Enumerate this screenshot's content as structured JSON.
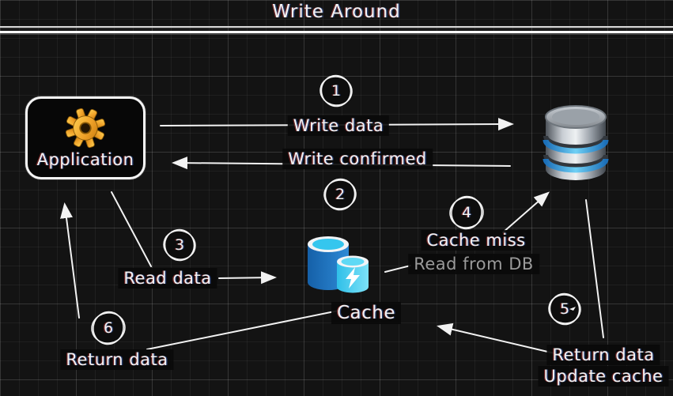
{
  "title": "Write Around",
  "colors": {
    "background": "#131313",
    "ink": "#f2f2f2",
    "muted_text": "#9a9a9a",
    "gear_gold": "#f0a32a",
    "cache_blue": "#1d72c4",
    "cache_cyan": "#45d0f2",
    "db_band_blue": "#4aa9e8"
  },
  "nodes": {
    "application": {
      "label": "Application",
      "icon": "gear-icon"
    },
    "cache": {
      "label": "Cache",
      "icon": "cache-icon"
    },
    "database": {
      "icon": "database-icon"
    }
  },
  "steps": [
    {
      "number": "1",
      "label": "Write data",
      "sublabel": "",
      "from": "application",
      "to": "database"
    },
    {
      "number": "2",
      "label": "Write confirmed",
      "sublabel": "",
      "from": "database",
      "to": "application"
    },
    {
      "number": "3",
      "label": "Read data",
      "sublabel": "",
      "from": "application",
      "to": "cache"
    },
    {
      "number": "4",
      "label": "Cache miss",
      "sublabel": "Read from DB",
      "from": "cache",
      "to": "database"
    },
    {
      "number": "5",
      "label": "Return data",
      "sublabel": "Update cache",
      "from": "database",
      "to": "cache"
    },
    {
      "number": "6",
      "label": "Return data",
      "sublabel": "",
      "from": "cache",
      "to": "application"
    }
  ]
}
